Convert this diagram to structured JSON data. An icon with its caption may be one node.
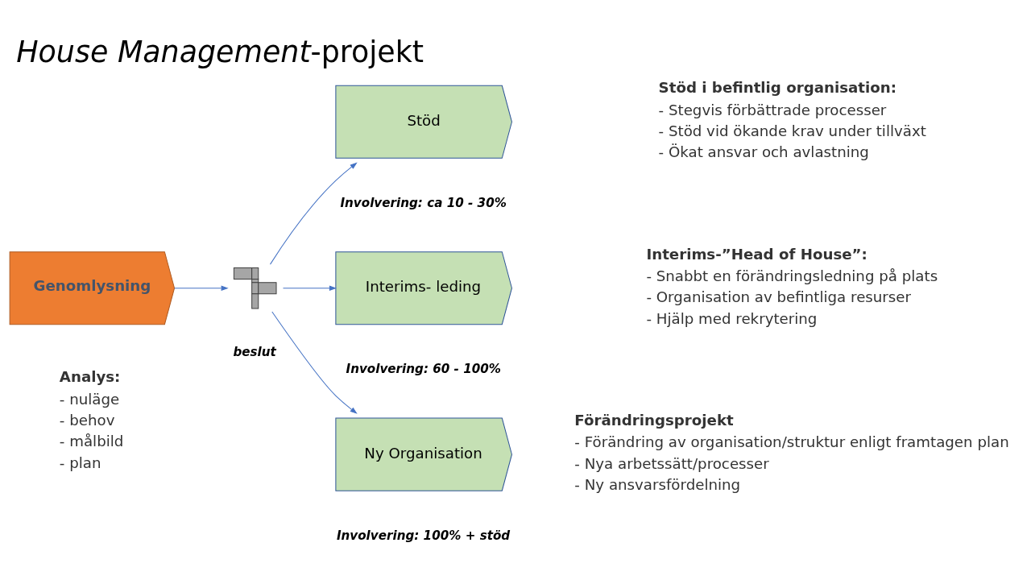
{
  "diagram": {
    "title": "*House Management*-projekt",
    "nodes": [
      {
        "text": [
          "Genomlysning"
        ]
      },
      {
        "text": [],
        "shape": "signpost",
        "beside": [
          "beslut"
        ]
      },
      {
        "text": [
          "Stöd"
        ],
        "beside": [
          "Involvering: ca 10 - 30%"
        ]
      },
      {
        "text": [
          "Interims- leding"
        ],
        "beside": [
          "Involvering: 60 - 100%"
        ]
      },
      {
        "text": [
          "Ny Organisation"
        ],
        "beside": [
          "Involvering: 100% + stöd"
        ]
      }
    ],
    "edges": [
      {
        "from": 0,
        "to": 1,
        "arrow": "to"
      },
      {
        "from": 1,
        "to": 2,
        "arrow": "to"
      },
      {
        "from": 1,
        "to": 3,
        "arrow": "to"
      },
      {
        "from": 1,
        "to": 4,
        "arrow": "to"
      }
    ],
    "labels": [
      "Analys:",
      "- nuläge",
      "- behov",
      "- målbild",
      "- plan",
      "Stöd i befintlig organisation:",
      "- Stegvis förbättrade processer",
      "- Stöd vid ökande krav under tillväxt",
      "- Ökat ansvar och avlastning",
      "Interims-”Head of House”:",
      "- Snabbt en förändringsledning på plats",
      "- Organisation av befintliga resurser",
      "- Hjälp med rekrytering",
      "Förändringsprojekt",
      "- Förändring av organisation/struktur enligt framtagen plan",
      "- Nya arbetssätt/processer",
      "- Ny ansvarsfördelning"
    ]
  }
}
